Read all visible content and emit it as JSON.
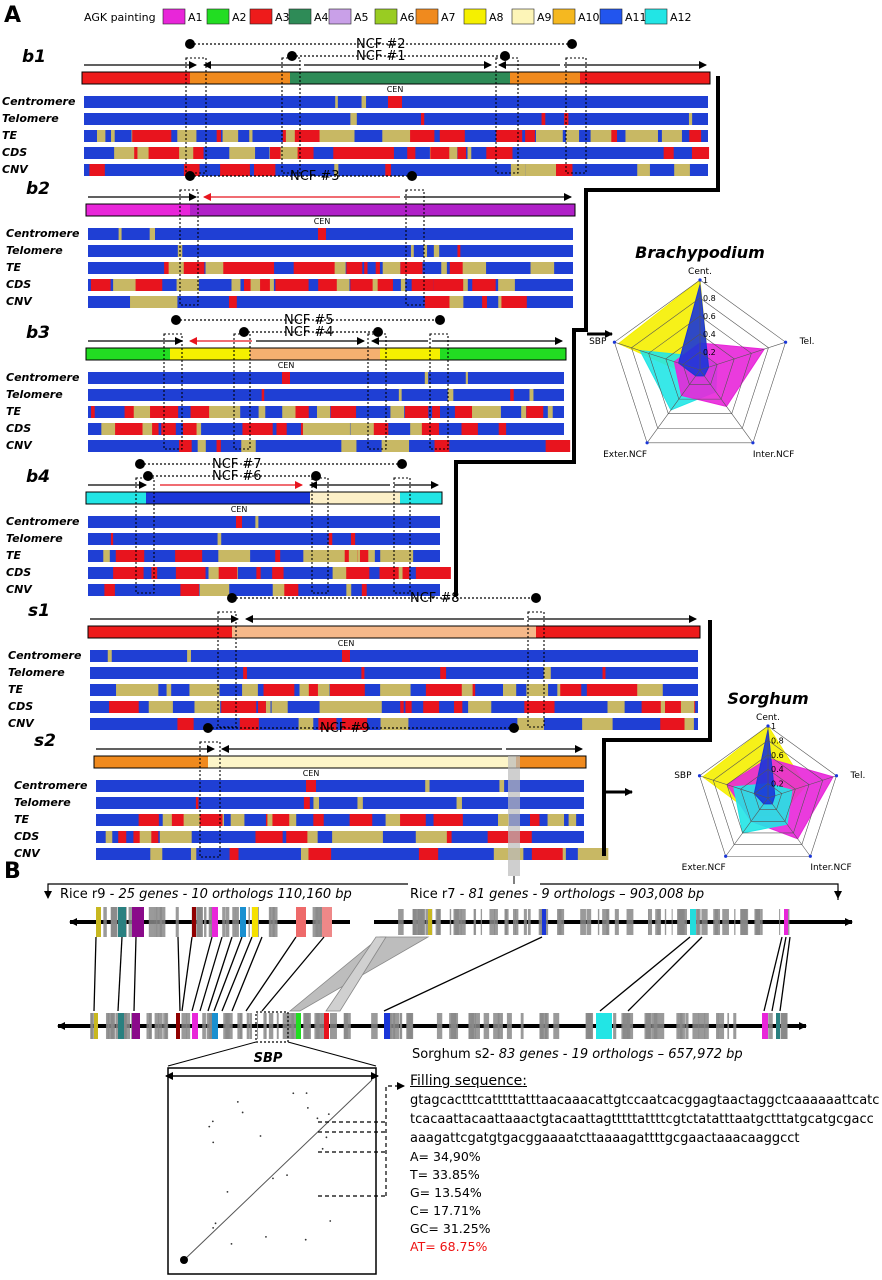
{
  "panel_labels": {
    "a": "A",
    "b": "B"
  },
  "legend": {
    "title": "AGK painting",
    "items": [
      {
        "label": "A1",
        "color": "#e826d9"
      },
      {
        "label": "A2",
        "color": "#22dd22"
      },
      {
        "label": "A3",
        "color": "#ee1b1b"
      },
      {
        "label": "A4",
        "color": "#2e8b57"
      },
      {
        "label": "A5",
        "color": "#c9a0e8"
      },
      {
        "label": "A6",
        "color": "#99cc22"
      },
      {
        "label": "A7",
        "color": "#f08a1e"
      },
      {
        "label": "A8",
        "color": "#f5f000"
      },
      {
        "label": "A9",
        "color": "#fdf5b8"
      },
      {
        "label": "A10",
        "color": "#f5b820"
      },
      {
        "label": "A11",
        "color": "#2255ee"
      },
      {
        "label": "A12",
        "color": "#22e5e5"
      }
    ]
  },
  "colors": {
    "blue": "#1f3fd4",
    "red": "#e8141e",
    "olive": "#c8b864",
    "cent_blue": "#1a36d8"
  },
  "tracks": [
    "Centromere",
    "Telomere",
    "TE",
    "CDS",
    "CNV"
  ],
  "cen_label": "CEN",
  "chromosomes": [
    {
      "id": "b1",
      "ncf": [
        "NCF #2",
        "NCF #1"
      ]
    },
    {
      "id": "b2",
      "ncf": [
        "NCF #3"
      ]
    },
    {
      "id": "b3",
      "ncf": [
        "NCF #5",
        "NCF #4"
      ]
    },
    {
      "id": "b4",
      "ncf": [
        "NCF #7",
        "NCF #6"
      ]
    },
    {
      "id": "s1",
      "ncf": [
        "NCF #8"
      ]
    },
    {
      "id": "s2",
      "ncf": [
        "NCF #9"
      ]
    }
  ],
  "radars": [
    {
      "title": "Brachypodium",
      "axes": [
        "Cent.",
        "Tel.",
        "Inter.NCF",
        "Exter.NCF",
        "SBP"
      ],
      "ticks": [
        "0.2",
        "0.4",
        "0.6",
        "0.8",
        "1"
      ]
    },
    {
      "title": "Sorghum",
      "axes": [
        "Cent.",
        "Tel.",
        "Inter.NCF",
        "Exter.NCF",
        "SBP"
      ],
      "ticks": [
        "0.2",
        "0.4",
        "0.6",
        "0.8",
        "1"
      ]
    }
  ],
  "panel_b": {
    "rice_r9": {
      "name": "Rice r9",
      "desc": " - 25 genes - 10 orthologs 110,160 bp"
    },
    "rice_r7": {
      "name": "Rice r7",
      "desc": " - 81 genes - 9 orthologs – 903,008 bp"
    },
    "sorghum": {
      "name": "Sorghum s2",
      "desc": "- 83 genes - 19 orthologs – 657,972 bp"
    },
    "sbp_label": "SBP",
    "filling_title": "Filling sequence",
    "sequence": "gtagcactttcatttttatttaacaaacattgtccaatcacggagtaactaggctcaaaaaattcatctcacaattacaattaaactgtacaattagtttttattttcgtctatatttaatgctttatgcatgcgaccaaagattcgatgtgacggaaaatcttaaaagattttgcgaactaaacaaggcct",
    "composition": [
      "A= 34,90%",
      "T= 33.85%",
      "G= 13.54%",
      "C= 17.71%",
      "GC= 31.25%"
    ],
    "at": "AT= 68.75%"
  }
}
